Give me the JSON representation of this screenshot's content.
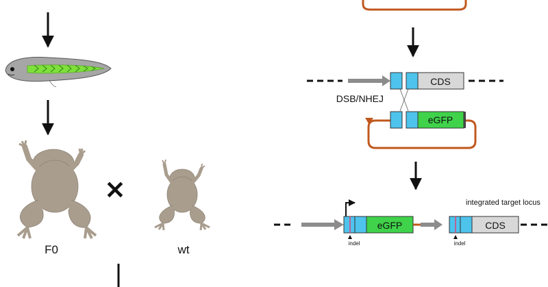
{
  "labels": {
    "f0": "F0",
    "wt": "wt",
    "cross_symbol": "✕",
    "dsb_nhej": "DSB/NHEJ",
    "cds_top": "CDS",
    "egfp_donor": "eGFP",
    "integrated_target_locus": "integrated target locus",
    "egfp_integrated": "eGFP",
    "cds_integrated": "CDS",
    "indel_left": "indel",
    "indel_right": "indel"
  },
  "colors": {
    "blue_segment": "#4ec3ec",
    "cds_box": "#d8d8d8",
    "egfp_box": "#3fd24a",
    "plasmid_loop": "#c0581e",
    "promoter_arrow": "#8c8c8c",
    "indel_mark": "#e0427a",
    "frog": "#a99d8e",
    "tadpole_body": "#a6a6a6",
    "tadpole_stripe": "#7ee03a"
  },
  "icons": {
    "tadpole": "tadpole-icon",
    "frog_f0": "frog-icon",
    "frog_wt": "frog-icon",
    "cross": "cross-icon",
    "tss": "transcription-start-arrow-icon"
  }
}
